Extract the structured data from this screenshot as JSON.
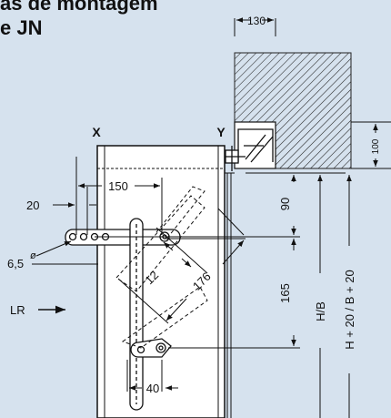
{
  "title": {
    "line1": "as de montagem",
    "line2": "e JN"
  },
  "labels": {
    "x": "X",
    "y": "Y",
    "lr": "LR",
    "d20": "20",
    "d150": "150",
    "d6_5": "6,5",
    "diameter": "ø",
    "d12": "12",
    "d176": "176",
    "d40": "40",
    "d130": "130",
    "d100": "100",
    "d90": "90",
    "d165": "165",
    "hb": "H/B",
    "h20b": "H + 20 / B + 20"
  },
  "colors": {
    "background": "#d6e2ee",
    "line": "#111111",
    "frame": "#ffffff"
  }
}
